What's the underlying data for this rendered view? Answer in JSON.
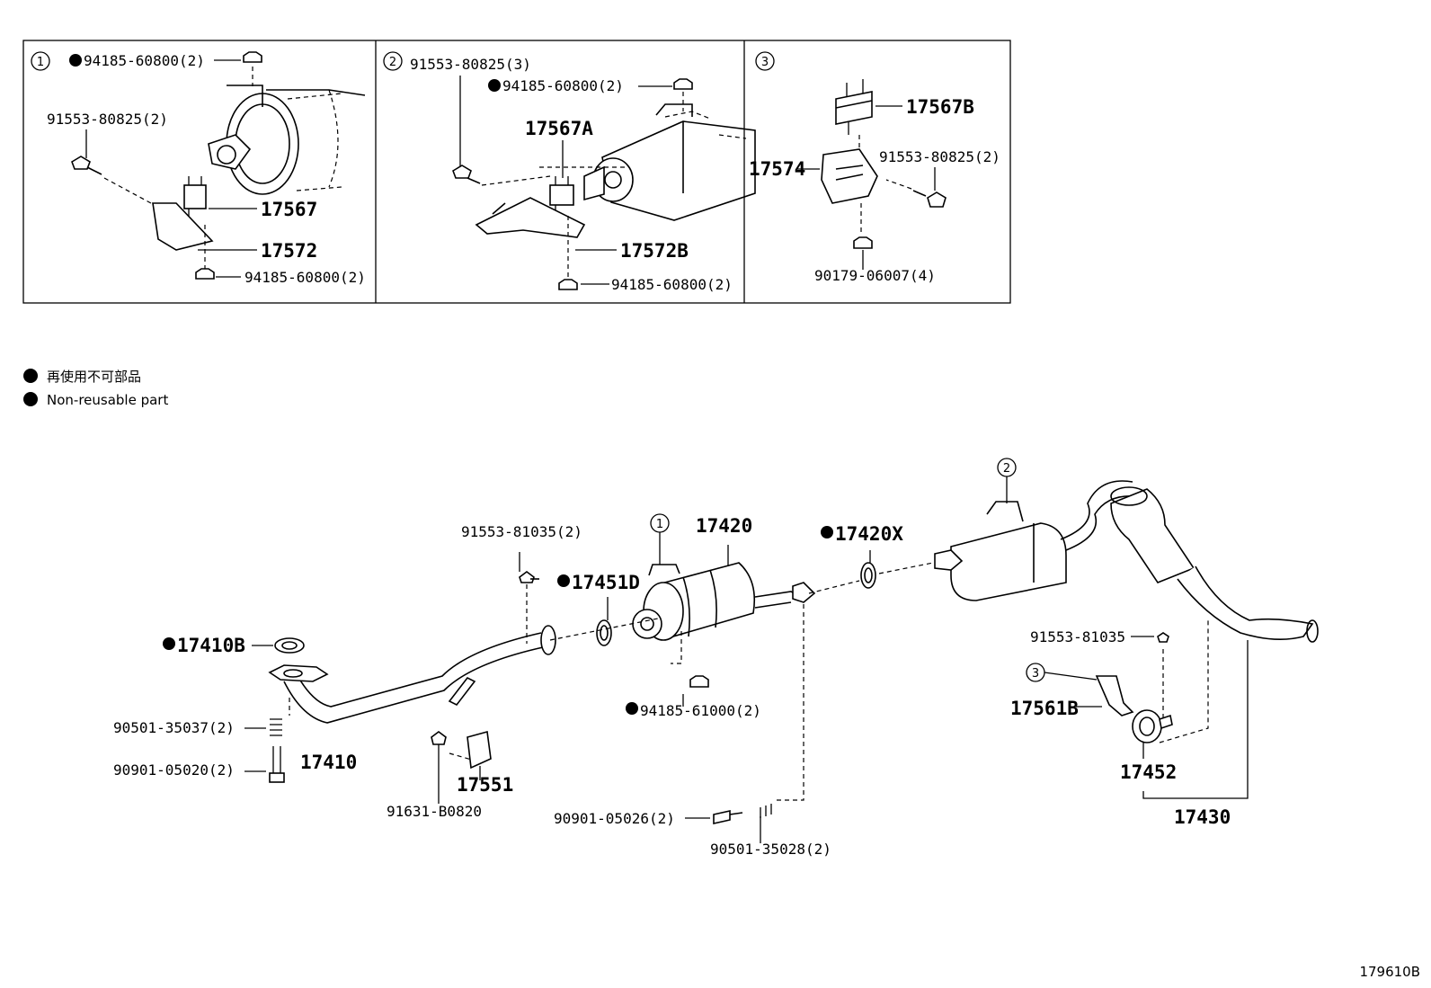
{
  "figure_id": "179610B",
  "legend": {
    "jp": "再使用不可部品",
    "en": "Non-reusable part"
  },
  "inset1": {
    "marker": "1",
    "nut_top": "94185-60800(2)",
    "bolt": "91553-80825(2)",
    "mount": "17567",
    "bracket": "17572",
    "nut_bottom": "94185-60800(2)"
  },
  "inset2": {
    "marker": "2",
    "bolt": "91553-80825(3)",
    "nut_top": "94185-60800(2)",
    "mount": "17567A",
    "bracket": "17572B",
    "nut_bottom": "94185-60800(2)"
  },
  "inset3": {
    "marker": "3",
    "mount": "17567B",
    "bracket": "17574",
    "bolt": "91553-80825(2)",
    "nut": "90179-06007(4)"
  },
  "main": {
    "bolt_top": "91553-81035(2)",
    "gasket_d": "17451D",
    "converter": "17420",
    "marker1": "1",
    "gasket_x": "17420X",
    "marker2": "2",
    "gasket_b": "17410B",
    "pipe_front": "17410",
    "spring": "90501-35037(2)",
    "stud": "90901-05020(2)",
    "heat_bolt": "91631-B0820",
    "heat_shield": "17551",
    "nut_conv": "94185-61000(2)",
    "bolt_rear": "90901-05026(2)",
    "spring_rear": "90501-35028(2)",
    "bolt_tail": "91553-81035",
    "marker3": "3",
    "bracket_tail": "17561B",
    "clamp": "17452",
    "tail_assy": "17430"
  }
}
